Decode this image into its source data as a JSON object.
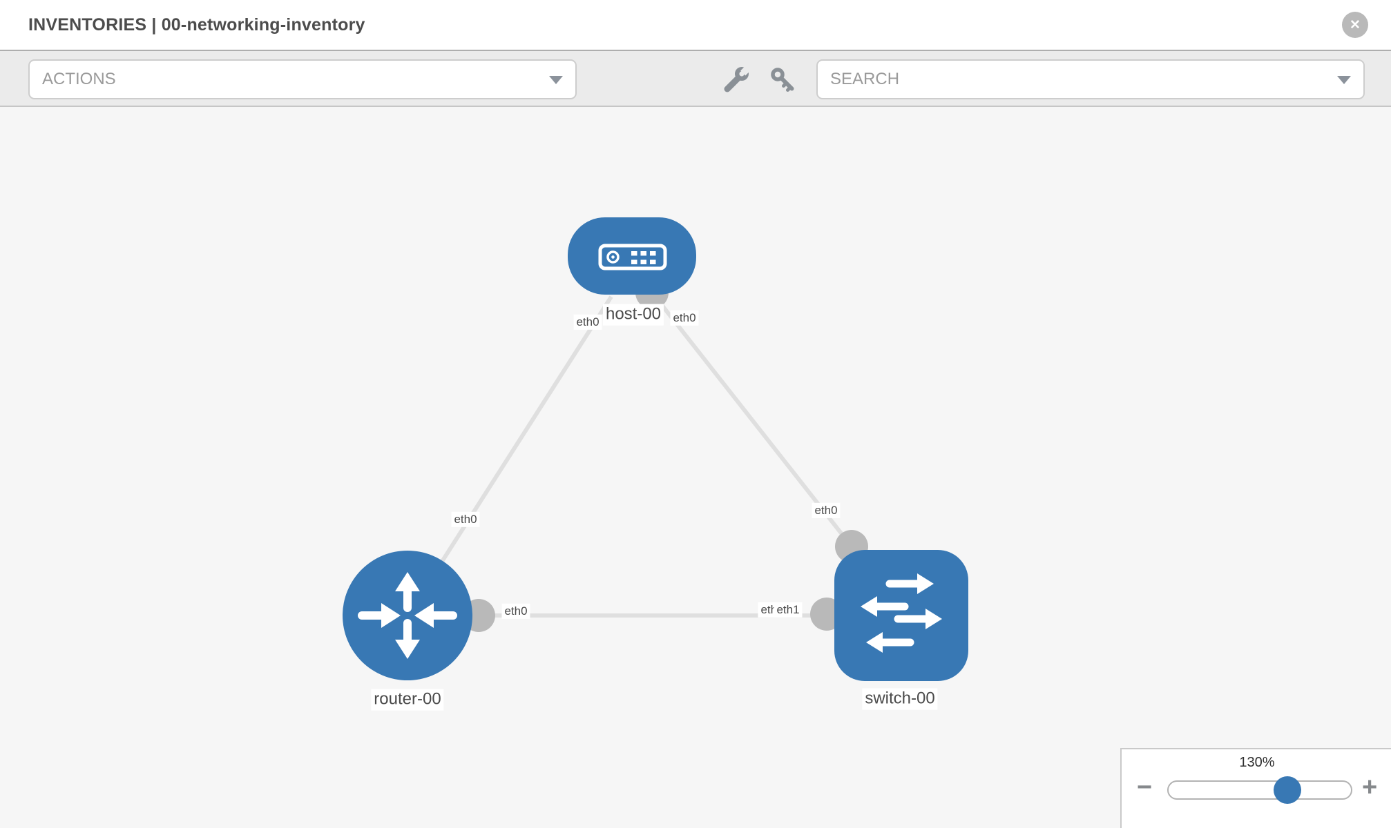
{
  "header": {
    "title": "INVENTORIES | 00-networking-inventory",
    "close_icon_glyph": "✕"
  },
  "toolbar": {
    "actions_label": "ACTIONS",
    "search_placeholder": "SEARCH"
  },
  "topology": {
    "nodes": [
      {
        "type": "host",
        "label": "host-00"
      },
      {
        "type": "router",
        "label": "router-00"
      },
      {
        "type": "switch",
        "label": "switch-00"
      }
    ],
    "links": [
      {
        "from": "host-00",
        "to": "router-00"
      },
      {
        "from": "host-00",
        "to": "switch-00"
      },
      {
        "from": "router-00",
        "to": "switch-00"
      }
    ],
    "ports": {
      "host_left": "eth0",
      "host_right": "eth0",
      "router_top": "eth0",
      "router_right": "eth0",
      "switch_top": "eth0",
      "switch_left_back": "eth0",
      "switch_left_front": "eth1"
    }
  },
  "zoom_control": {
    "level": "130%",
    "zoom_out_glyph": "−",
    "zoom_in_glyph": "+"
  },
  "colors": {
    "node_blue": "#3878b4",
    "link_gray": "#dfdfdf",
    "connector_gray": "#b9b9b9",
    "toolbar_gray": "#ebebeb"
  }
}
